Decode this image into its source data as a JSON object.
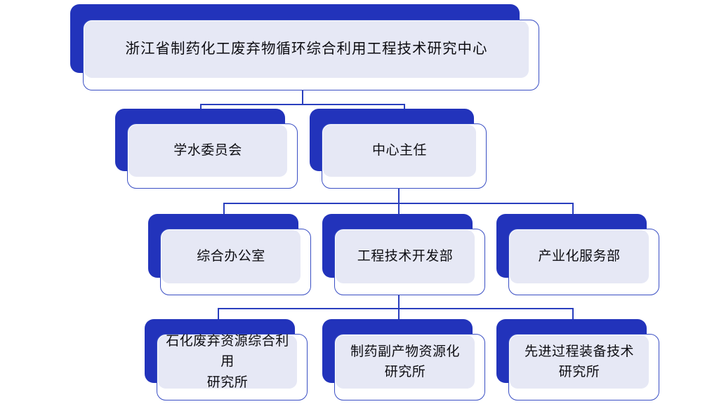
{
  "chart": {
    "type": "org-chart",
    "title": "浙江省制药化工废弃物循环综合利用工程技术研究中心",
    "colors": {
      "shadow_blue": "#2233BB",
      "panel_fill": "#E6E8F5",
      "card_border": "#3A4FC4",
      "connector": "#2A3FBE",
      "text": "#0D0D12",
      "background": "#FFFFFF"
    },
    "levels": [
      {
        "level": 1,
        "nodes": [
          {
            "id": "center",
            "label": "浙江省制药化工废弃物循环综合利用工程技术研究中心"
          }
        ]
      },
      {
        "level": 2,
        "nodes": [
          {
            "id": "committee",
            "label": "学水委员会"
          },
          {
            "id": "director",
            "label": "中心主任"
          }
        ]
      },
      {
        "level": 3,
        "nodes": [
          {
            "id": "office",
            "label": "综合办公室"
          },
          {
            "id": "engineering",
            "label": "工程技术开发部"
          },
          {
            "id": "industrial",
            "label": "产业化服务部"
          }
        ]
      },
      {
        "level": 4,
        "nodes": [
          {
            "id": "petro-inst",
            "label": "石化废弃资源综合利用\n研究所"
          },
          {
            "id": "pharma-inst",
            "label": "制药副产物资源化\n研究所"
          },
          {
            "id": "equip-inst",
            "label": "先进过程装备技术\n研究所"
          }
        ]
      }
    ],
    "edges": [
      {
        "from": "center",
        "to": "committee"
      },
      {
        "from": "center",
        "to": "director"
      },
      {
        "from": "director",
        "to": "office"
      },
      {
        "from": "director",
        "to": "engineering"
      },
      {
        "from": "director",
        "to": "industrial"
      },
      {
        "from": "engineering",
        "to": "petro-inst"
      },
      {
        "from": "engineering",
        "to": "pharma-inst"
      },
      {
        "from": "engineering",
        "to": "equip-inst"
      }
    ]
  }
}
